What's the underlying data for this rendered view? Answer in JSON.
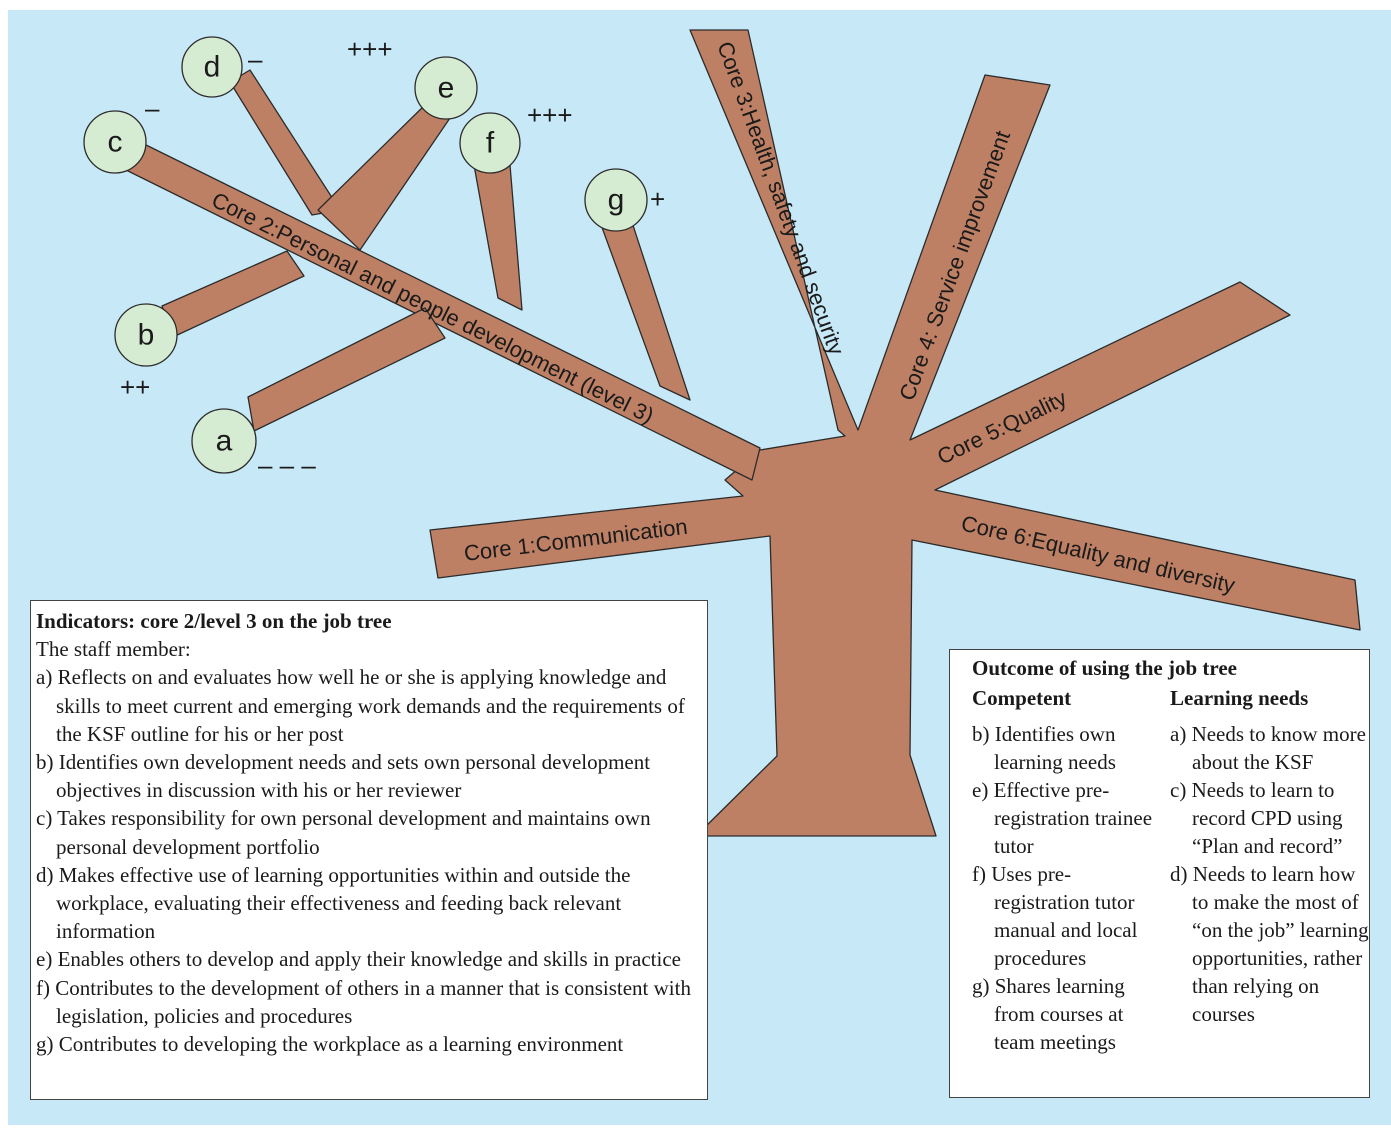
{
  "colors": {
    "background": "#c7e8f7",
    "branch": "#be8064",
    "node_fill": "#d6ecd2",
    "outline": "#2b2b2b"
  },
  "tree": {
    "core1": "Core 1:Communication",
    "core2": "Core 2:Personal and people development (level 3)",
    "core3": "Core 3:Health, safety and security",
    "core4": "Core 4: Service improvement",
    "core5": "Core 5:Quality",
    "core6": "Core 6:Equality and diversity"
  },
  "nodes": [
    {
      "letter": "a",
      "rating": "– – –"
    },
    {
      "letter": "b",
      "rating": "++"
    },
    {
      "letter": "c",
      "rating": "–"
    },
    {
      "letter": "d",
      "rating": "–"
    },
    {
      "letter": "e",
      "rating": "+++"
    },
    {
      "letter": "f",
      "rating": "+++"
    },
    {
      "letter": "g",
      "rating": "+"
    }
  ],
  "indicators": {
    "title": "Indicators: core 2/level 3 on the job tree",
    "intro": "The staff member:",
    "items": [
      "a) Reflects on and evaluates how well he or she is applying knowledge and skills to meet current and emerging work demands and the requirements of the KSF outline for his or her post",
      "b) Identifies own development needs and sets own personal development objectives in discussion with his or her reviewer",
      "c) Takes responsibility for own personal development and maintains own personal development portfolio",
      "d) Makes effective use of learning opportunities within and outside the workplace, evaluating their effectiveness and feeding back relevant information",
      "e) Enables others to develop and apply their knowledge and skills in practice",
      "f) Contributes to the development of others in a manner that is consistent with legislation, policies and procedures",
      "g) Contributes to developing the workplace as a learning environment"
    ]
  },
  "outcome": {
    "title": "Outcome of using the job tree",
    "competent_heading": "Competent",
    "competent": [
      "b) Identifies own learning needs",
      "e) Effective pre-registration trainee tutor",
      "f) Uses pre-registration tutor manual and local procedures",
      "g) Shares learning from courses at team meetings"
    ],
    "learning_heading": "Learning needs",
    "learning": [
      "a) Needs to know more about the KSF",
      "c) Needs to learn to record CPD using “Plan and record”",
      "d) Needs to learn how to make the most of “on the job” learning opportunities, rather than relying on courses"
    ]
  }
}
